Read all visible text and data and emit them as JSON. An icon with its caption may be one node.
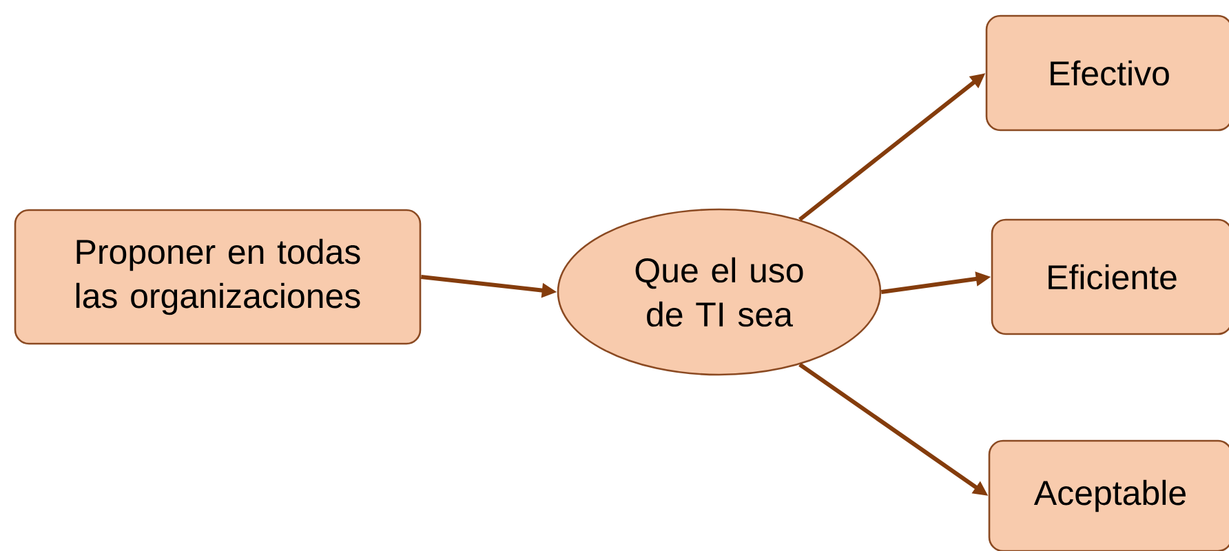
{
  "diagram": {
    "nodes": [
      {
        "text": [
          "Proponer en todas las organizaciones"
        ]
      },
      {
        "text": [
          "Que el uso de TI sea"
        ]
      },
      {
        "text": [
          "Efectivo"
        ]
      },
      {
        "text": [
          "Eficiente"
        ]
      },
      {
        "text": [
          "Aceptable"
        ]
      }
    ],
    "edges": [
      {
        "from": 0,
        "to": 1,
        "arrow": "to"
      },
      {
        "from": 1,
        "to": 2,
        "arrow": "to"
      },
      {
        "from": 1,
        "to": 3,
        "arrow": "to"
      },
      {
        "from": 1,
        "to": 4,
        "arrow": "to"
      }
    ]
  }
}
